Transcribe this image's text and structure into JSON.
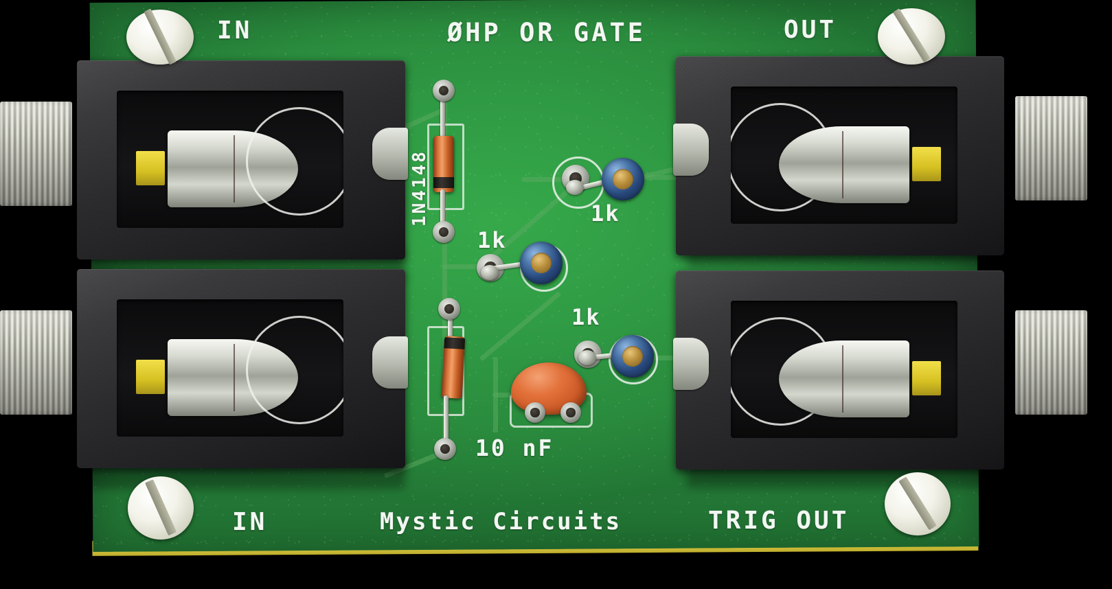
{
  "board": {
    "title": "ØHP OR GATE",
    "brand": "Mystic Circuits",
    "color_solder_mask": "#2f9a44",
    "color_silkscreen": "#f2f7f2",
    "color_edge": "#e8d94e"
  },
  "labels": {
    "in_top": "IN",
    "in_bottom": "IN",
    "out_top": "OUT",
    "trig_out": "TRIG OUT"
  },
  "components": {
    "diode_part": "1N4148",
    "capacitor_value": "10 nF",
    "resistor_top_value": "1k",
    "resistor_middle_value": "1k",
    "resistor_bottom_value": "1k"
  },
  "jacks": [
    {
      "name": "in-top",
      "label": "IN"
    },
    {
      "name": "in-bottom",
      "label": "IN"
    },
    {
      "name": "out-top",
      "label": "OUT"
    },
    {
      "name": "trig-out",
      "label": "TRIG OUT"
    }
  ]
}
